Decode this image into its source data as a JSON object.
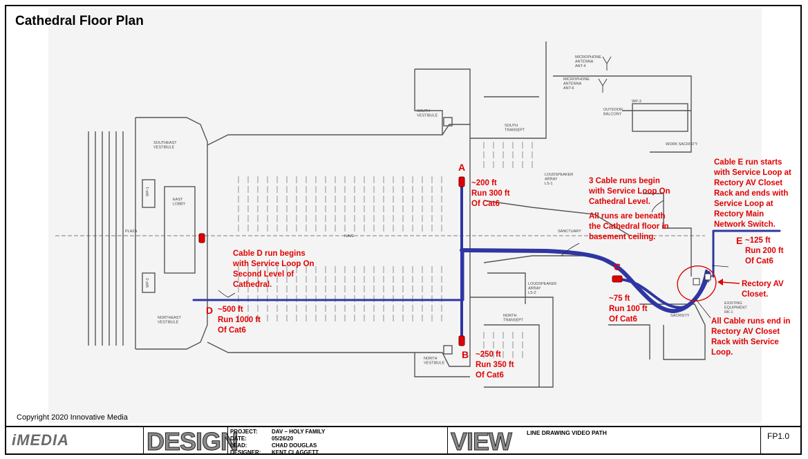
{
  "title": "Cathedral Floor Plan",
  "copyright": "Copyright 2020 Innovative Media",
  "plan_labels": {
    "plaza": "PLAZA",
    "nave": "NAVE",
    "sanctuary": "SANCTUARY",
    "south_vestibule": "SOUTH\nVESTIBULE",
    "north_vestibule": "NORTH\nVESTIBULE",
    "southeast_vestibule": "SOUTHEAST\nVESTIBULE",
    "northeast_vestibule": "NORTHEAST\nVESTIBULE",
    "east_lobby": "EAST\nLOBBY",
    "south_transept": "SOUTH\nTRANSEPT",
    "north_transept": "NORTH\nTRANSEPT",
    "work_sacristy": "WORK SACRISTY",
    "sacristy": "SACRISTY",
    "outdoor_balcony": "OUTDOOR\nBALCONY",
    "loudspeaker_ls1": "LOUDSPEAKER\nARRAY\nLS-1",
    "loudspeaker_ls2": "LOUDSPEAKER\nARRAY\nLS-2",
    "ant4": "MICROPHONE\nANTENNA\nANT-4",
    "ant6": "MICROPHONE\nANTENNA\nANT-6",
    "wp3": "WP-3",
    "wp1": "WP-1",
    "wp2": "WP-2",
    "rk1": "EXISTING\nEQUIPMENT\nRK-1"
  },
  "markers": {
    "a": "A",
    "b": "B",
    "c": "C",
    "d": "D",
    "e": "E"
  },
  "notes": {
    "a": "~200 ft\nRun 300 ft\nOf Cat6",
    "b": "~250 ft\nRun 350 ft\nOf Cat6",
    "c": "~75 ft\nRun 100 ft\nOf Cat6",
    "d": "~500 ft\nRun 1000 ft\nOf Cat6",
    "e": "~125 ft\nRun 200 ft\nOf Cat6",
    "three_runs": "3 Cable runs begin\nwith  Service Loop On\nCathedral Level.",
    "beneath": "All runs are beneath\nthe Cathedral floor in\nbasement ceiling.",
    "cable_d": "Cable D run begins\nwith Service Loop On\nSecond Level of\nCathedral.",
    "cable_e": "Cable E run starts\nwith Service Loop at\nRectory AV Closet\nRack and ends with\nService Loop at\nRectory Main\nNetwork Switch.",
    "rectory_closet": "Rectory AV\nCloset.",
    "all_end": "All Cable runs end in\nRectory AV Closet\nRack with Service\nLoop."
  },
  "title_block": {
    "logo": "iMEDIA",
    "design": "DESIGN",
    "view": "VIEW",
    "project_label": "PROJECT:",
    "project_value": "DAV – HOLY FAMILY",
    "date_label": "DATE:",
    "date_value": "05/26/20",
    "lead_label": "LEAD:",
    "lead_value": "CHAD DOUGLAS",
    "designer_label": "DESIGNER:",
    "designer_value": "KENT CLAGGETT",
    "drawing_title": "LINE DRAWING VIDEO PATH",
    "sheet_number": "FP1.0"
  },
  "colors": {
    "cable": "#2e36a3",
    "annotation": "#e00000",
    "floorplan": "#555555"
  }
}
